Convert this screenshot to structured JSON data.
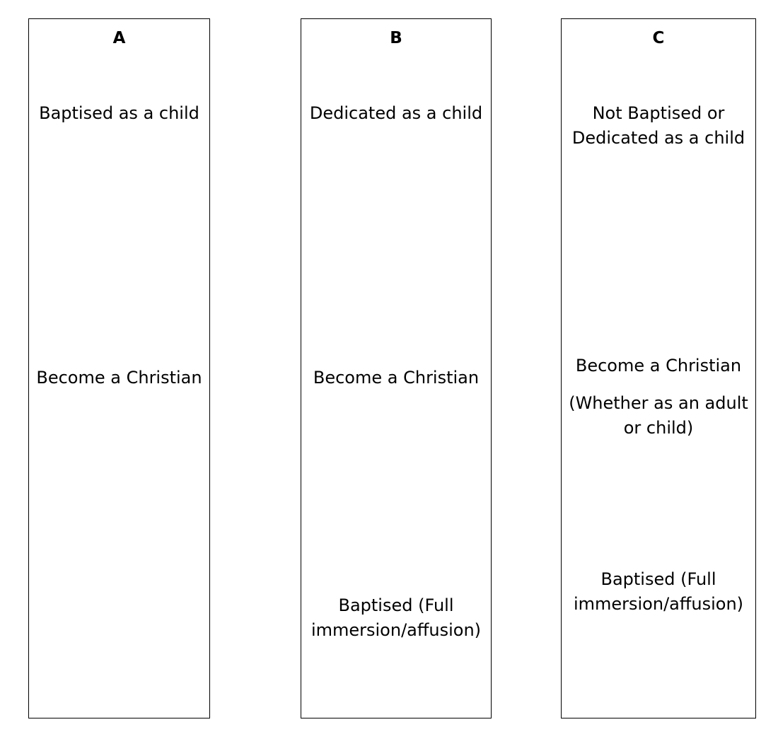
{
  "columns": [
    {
      "heading": "A",
      "steps": [
        "Baptised as a child",
        "Become a Christian"
      ]
    },
    {
      "heading": "B",
      "steps": [
        "Dedicated as a child",
        "Become a Christian",
        "Baptised (Full\nimmersion/affusion)"
      ]
    },
    {
      "heading": "C",
      "steps": [
        "Not Baptised or\nDedicated as a child",
        "Become a Christian",
        "Baptised (Full\nimmersion/affusion)"
      ],
      "note": "(Whether as an adult\nor child)"
    }
  ]
}
